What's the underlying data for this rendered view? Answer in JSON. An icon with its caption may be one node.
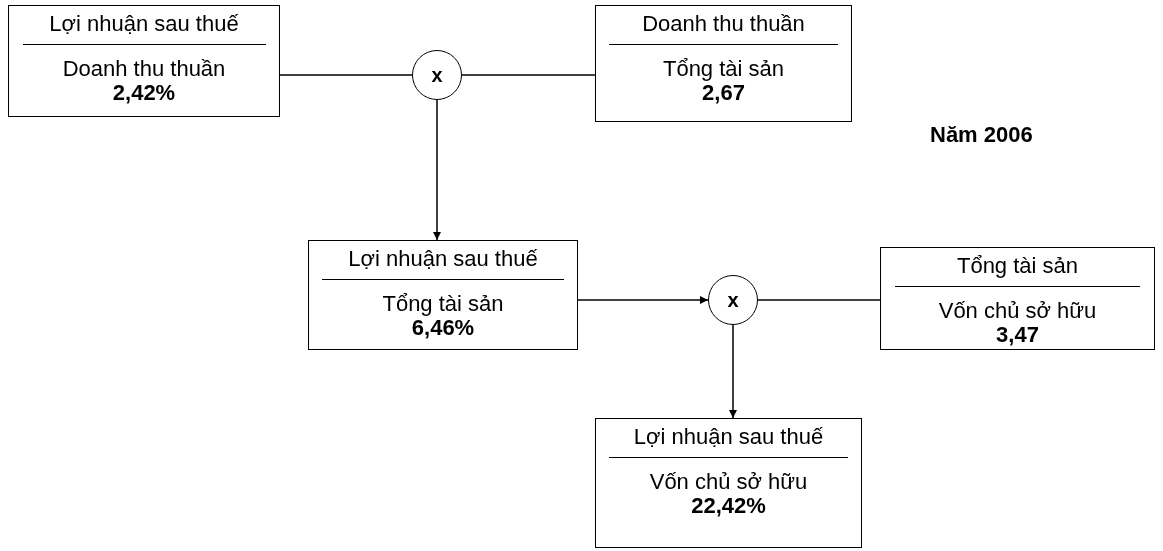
{
  "diagram": {
    "nodes": [
      {
        "text": [
          "Lợi nhuận sau thuế",
          "Doanh thu thuần",
          "2,42%"
        ]
      },
      {
        "text": [
          "x"
        ]
      },
      {
        "text": [
          "Doanh thu thuần",
          "Tổng tài sản",
          "2,67"
        ]
      },
      {
        "text": [
          "Lợi nhuận sau thuế",
          "Tổng tài sản",
          "6,46%"
        ]
      },
      {
        "text": [
          "x"
        ]
      },
      {
        "text": [
          "Tổng tài sản",
          "Vốn chủ sở hữu",
          "3,47"
        ]
      },
      {
        "text": [
          "Lợi nhuận sau thuế",
          "Vốn chủ sở hữu",
          "22,42%"
        ]
      }
    ],
    "edges": [
      {
        "from": 0,
        "to": 1,
        "arrow": "none"
      },
      {
        "from": 2,
        "to": 1,
        "arrow": "none"
      },
      {
        "from": 1,
        "to": 3,
        "arrow": "to"
      },
      {
        "from": 3,
        "to": 4,
        "arrow": "to"
      },
      {
        "from": 5,
        "to": 4,
        "arrow": "none"
      },
      {
        "from": 4,
        "to": 6,
        "arrow": "to"
      }
    ],
    "labels": [
      "Năm 2006"
    ]
  }
}
